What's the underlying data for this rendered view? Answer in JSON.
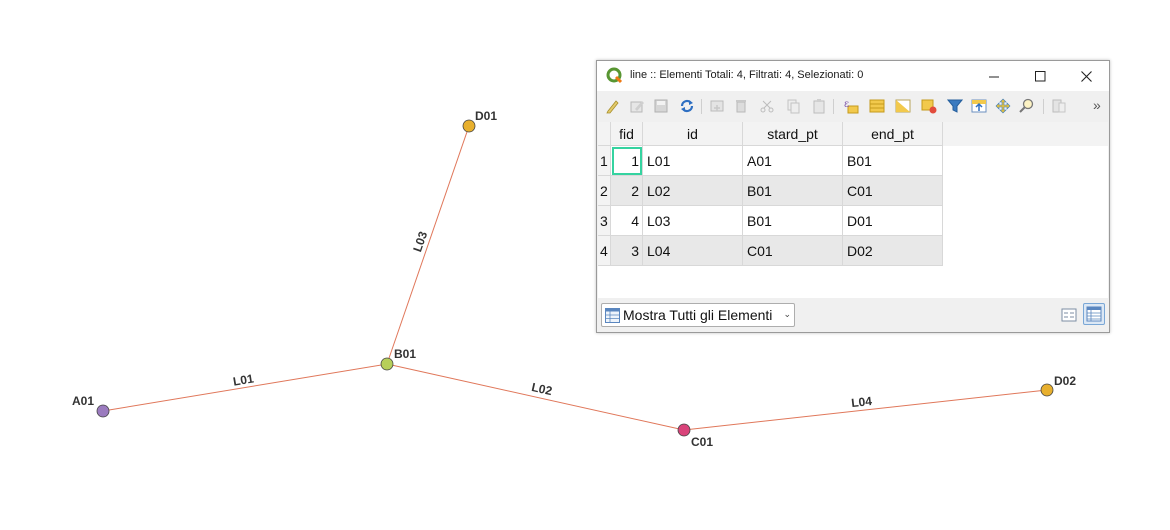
{
  "map": {
    "lines": [
      {
        "label": "L01",
        "from": "A01",
        "to": "B01"
      },
      {
        "label": "L02",
        "from": "B01",
        "to": "C01"
      },
      {
        "label": "L03",
        "from": "B01",
        "to": "D01"
      },
      {
        "label": "L04",
        "from": "C01",
        "to": "D02"
      }
    ],
    "nodes": [
      {
        "label": "A01",
        "color": "#9b7bbf"
      },
      {
        "label": "B01",
        "color": "#b7cf5a"
      },
      {
        "label": "C01",
        "color": "#d9437a"
      },
      {
        "label": "D01",
        "color": "#e8b02e"
      },
      {
        "label": "D02",
        "color": "#e8b02e"
      }
    ],
    "line_color": "#e0775a"
  },
  "window": {
    "title": "line :: Elementi Totali: 4, Filtrati: 4, Selezionati: 0",
    "minimize_icon": "minimize-icon",
    "maximize_icon": "maximize-icon",
    "close_icon": "close-icon",
    "toolbar_icons": [
      "edit-pencil-icon",
      "multi-edit-icon",
      "save-edits-icon",
      "reload-icon",
      "add-feature-icon",
      "delete-feature-icon",
      "cut-icon",
      "copy-icon",
      "paste-icon",
      "select-expression-icon",
      "select-all-icon",
      "invert-selection-icon",
      "deselect-icon",
      "filter-icon",
      "move-selection-top-icon",
      "pan-to-selection-icon",
      "zoom-to-selection-icon",
      "new-field-icon",
      "more-icon"
    ],
    "more_label": "»"
  },
  "table": {
    "columns": [
      "fid",
      "id",
      "stard_pt",
      "end_pt"
    ],
    "rows": [
      {
        "row_num": "1",
        "fid": "1",
        "id": "L01",
        "stard_pt": "A01",
        "end_pt": "B01"
      },
      {
        "row_num": "2",
        "fid": "2",
        "id": "L02",
        "stard_pt": "B01",
        "end_pt": "C01"
      },
      {
        "row_num": "3",
        "fid": "4",
        "id": "L03",
        "stard_pt": "B01",
        "end_pt": "D01"
      },
      {
        "row_num": "4",
        "fid": "3",
        "id": "L04",
        "stard_pt": "C01",
        "end_pt": "D02"
      }
    ]
  },
  "bottom": {
    "filter_label": "Mostra Tutti gli Elementi",
    "arrow": "⌄"
  },
  "colors": {
    "selection_outline": "#35d3a0",
    "qgis_green": "#589632",
    "qgis_yellow": "#ee7913"
  }
}
